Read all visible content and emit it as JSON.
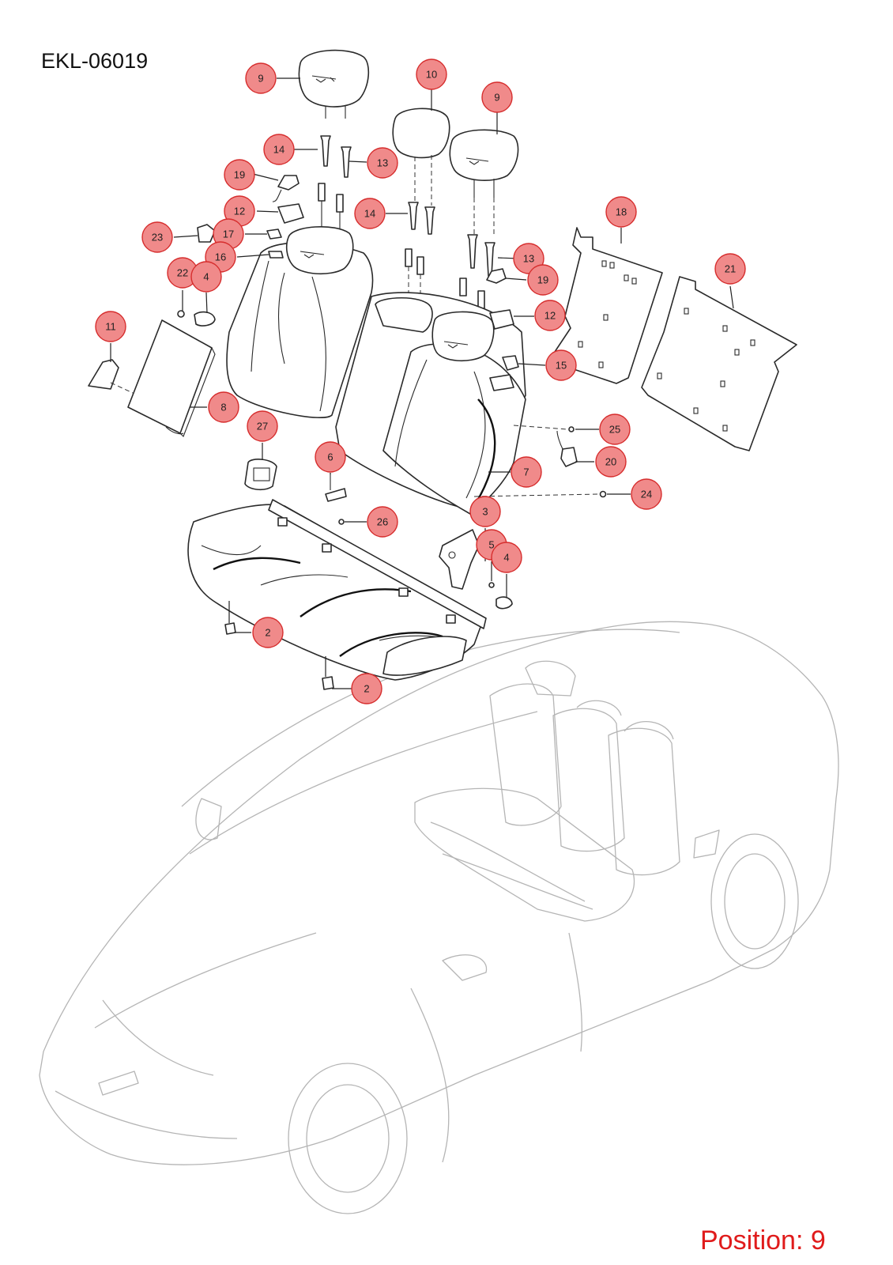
{
  "diagram": {
    "code": "EKL-06019",
    "position_label": "Position: 9",
    "position_color": "#e01b1b",
    "callout_fill": "#f08a8a",
    "callout_stroke": "#d62d2d",
    "callouts": [
      "9",
      "10",
      "9",
      "14",
      "13",
      "19",
      "12",
      "23",
      "17",
      "16",
      "22",
      "4",
      "11",
      "8",
      "14",
      "13",
      "19",
      "12",
      "15",
      "18",
      "21",
      "27",
      "6",
      "26",
      "25",
      "20",
      "7",
      "24",
      "3",
      "5",
      "4",
      "2",
      "2"
    ]
  }
}
